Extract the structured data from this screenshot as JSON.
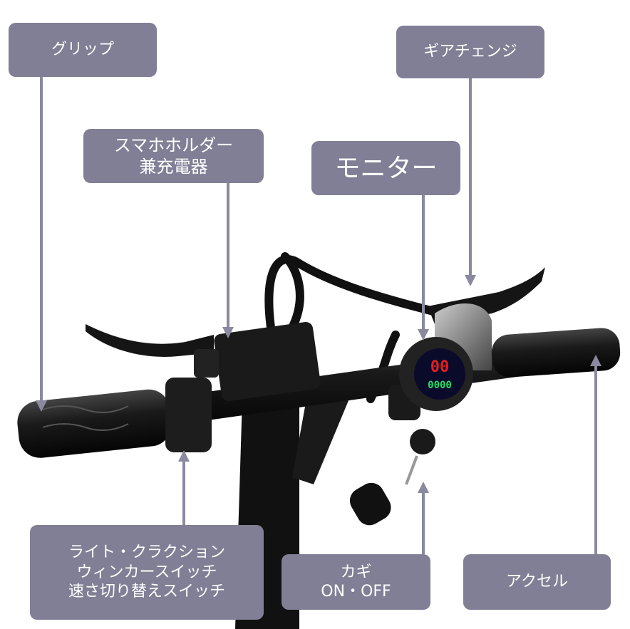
{
  "labels": {
    "grip": "グリップ",
    "gear_change": "ギアチェンジ",
    "phone_holder_line1": "スマホホルダー",
    "phone_holder_line2": "兼充電器",
    "monitor": "モニター",
    "switch_line1": "ライト・クラクション",
    "switch_line2": "ウィンカースイッチ",
    "switch_line3": "速さ切り替えスイッチ",
    "key_line1": "カギ",
    "key_line2": "ON・OFF",
    "accelerator": "アクセル"
  },
  "monitor_display": {
    "speed": "00",
    "odometer": "0000"
  },
  "colors": {
    "label_bg": "#807f95",
    "arrow": "#8a89a0"
  }
}
